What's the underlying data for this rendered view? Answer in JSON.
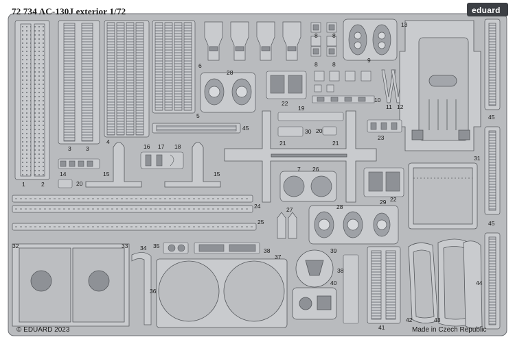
{
  "header": {
    "title": "72 734   AC-130J exterior    1/72",
    "brand": "eduard"
  },
  "footer": {
    "copyright": "© EDUARD 2023",
    "origin": "Made in Czech Republic"
  },
  "part_numbers": [
    "1",
    "2",
    "3",
    "3",
    "4",
    "5",
    "6",
    "7",
    "8",
    "8",
    "8",
    "8",
    "9",
    "10",
    "11",
    "12",
    "13",
    "14",
    "15",
    "15",
    "16",
    "17",
    "18",
    "19",
    "20",
    "20",
    "21",
    "21",
    "22",
    "22",
    "23",
    "24",
    "25",
    "26",
    "27",
    "28",
    "28",
    "29",
    "30",
    "31",
    "32",
    "33",
    "34",
    "35",
    "36",
    "37",
    "38",
    "38",
    "39",
    "40",
    "41",
    "42",
    "43",
    "44",
    "45",
    "45",
    "45"
  ],
  "colors": {
    "sheet": "#b9bbbe",
    "part": "#c9cbce",
    "etch": "#8e9196",
    "line": "#55585c",
    "background": "#ffffff"
  }
}
